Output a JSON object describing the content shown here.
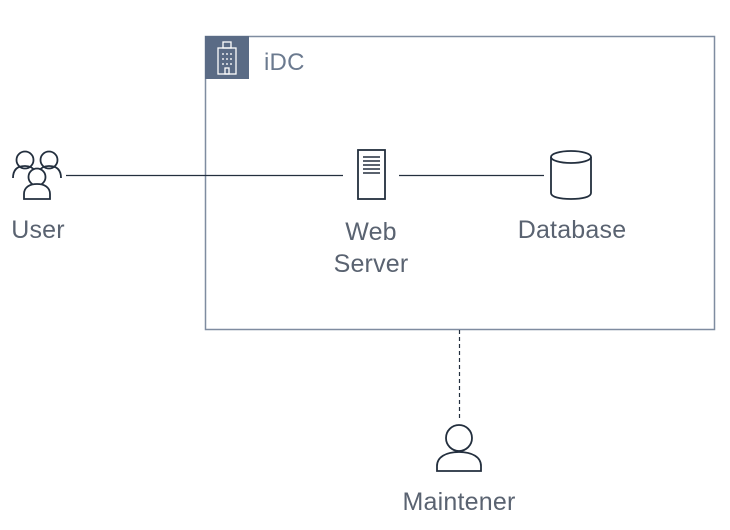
{
  "group": {
    "label": "iDC"
  },
  "nodes": {
    "user": {
      "label": "User"
    },
    "web_server": {
      "label_line1": "Web",
      "label_line2": "Server"
    },
    "database": {
      "label": "Database"
    },
    "maintainer": {
      "label": "Maintener"
    }
  },
  "colors": {
    "group_border": "#7f8ca0",
    "group_header": "#5a6b85",
    "icon_stroke": "#232f3e",
    "line": "#232f3e",
    "label_text": "#5a6371"
  }
}
